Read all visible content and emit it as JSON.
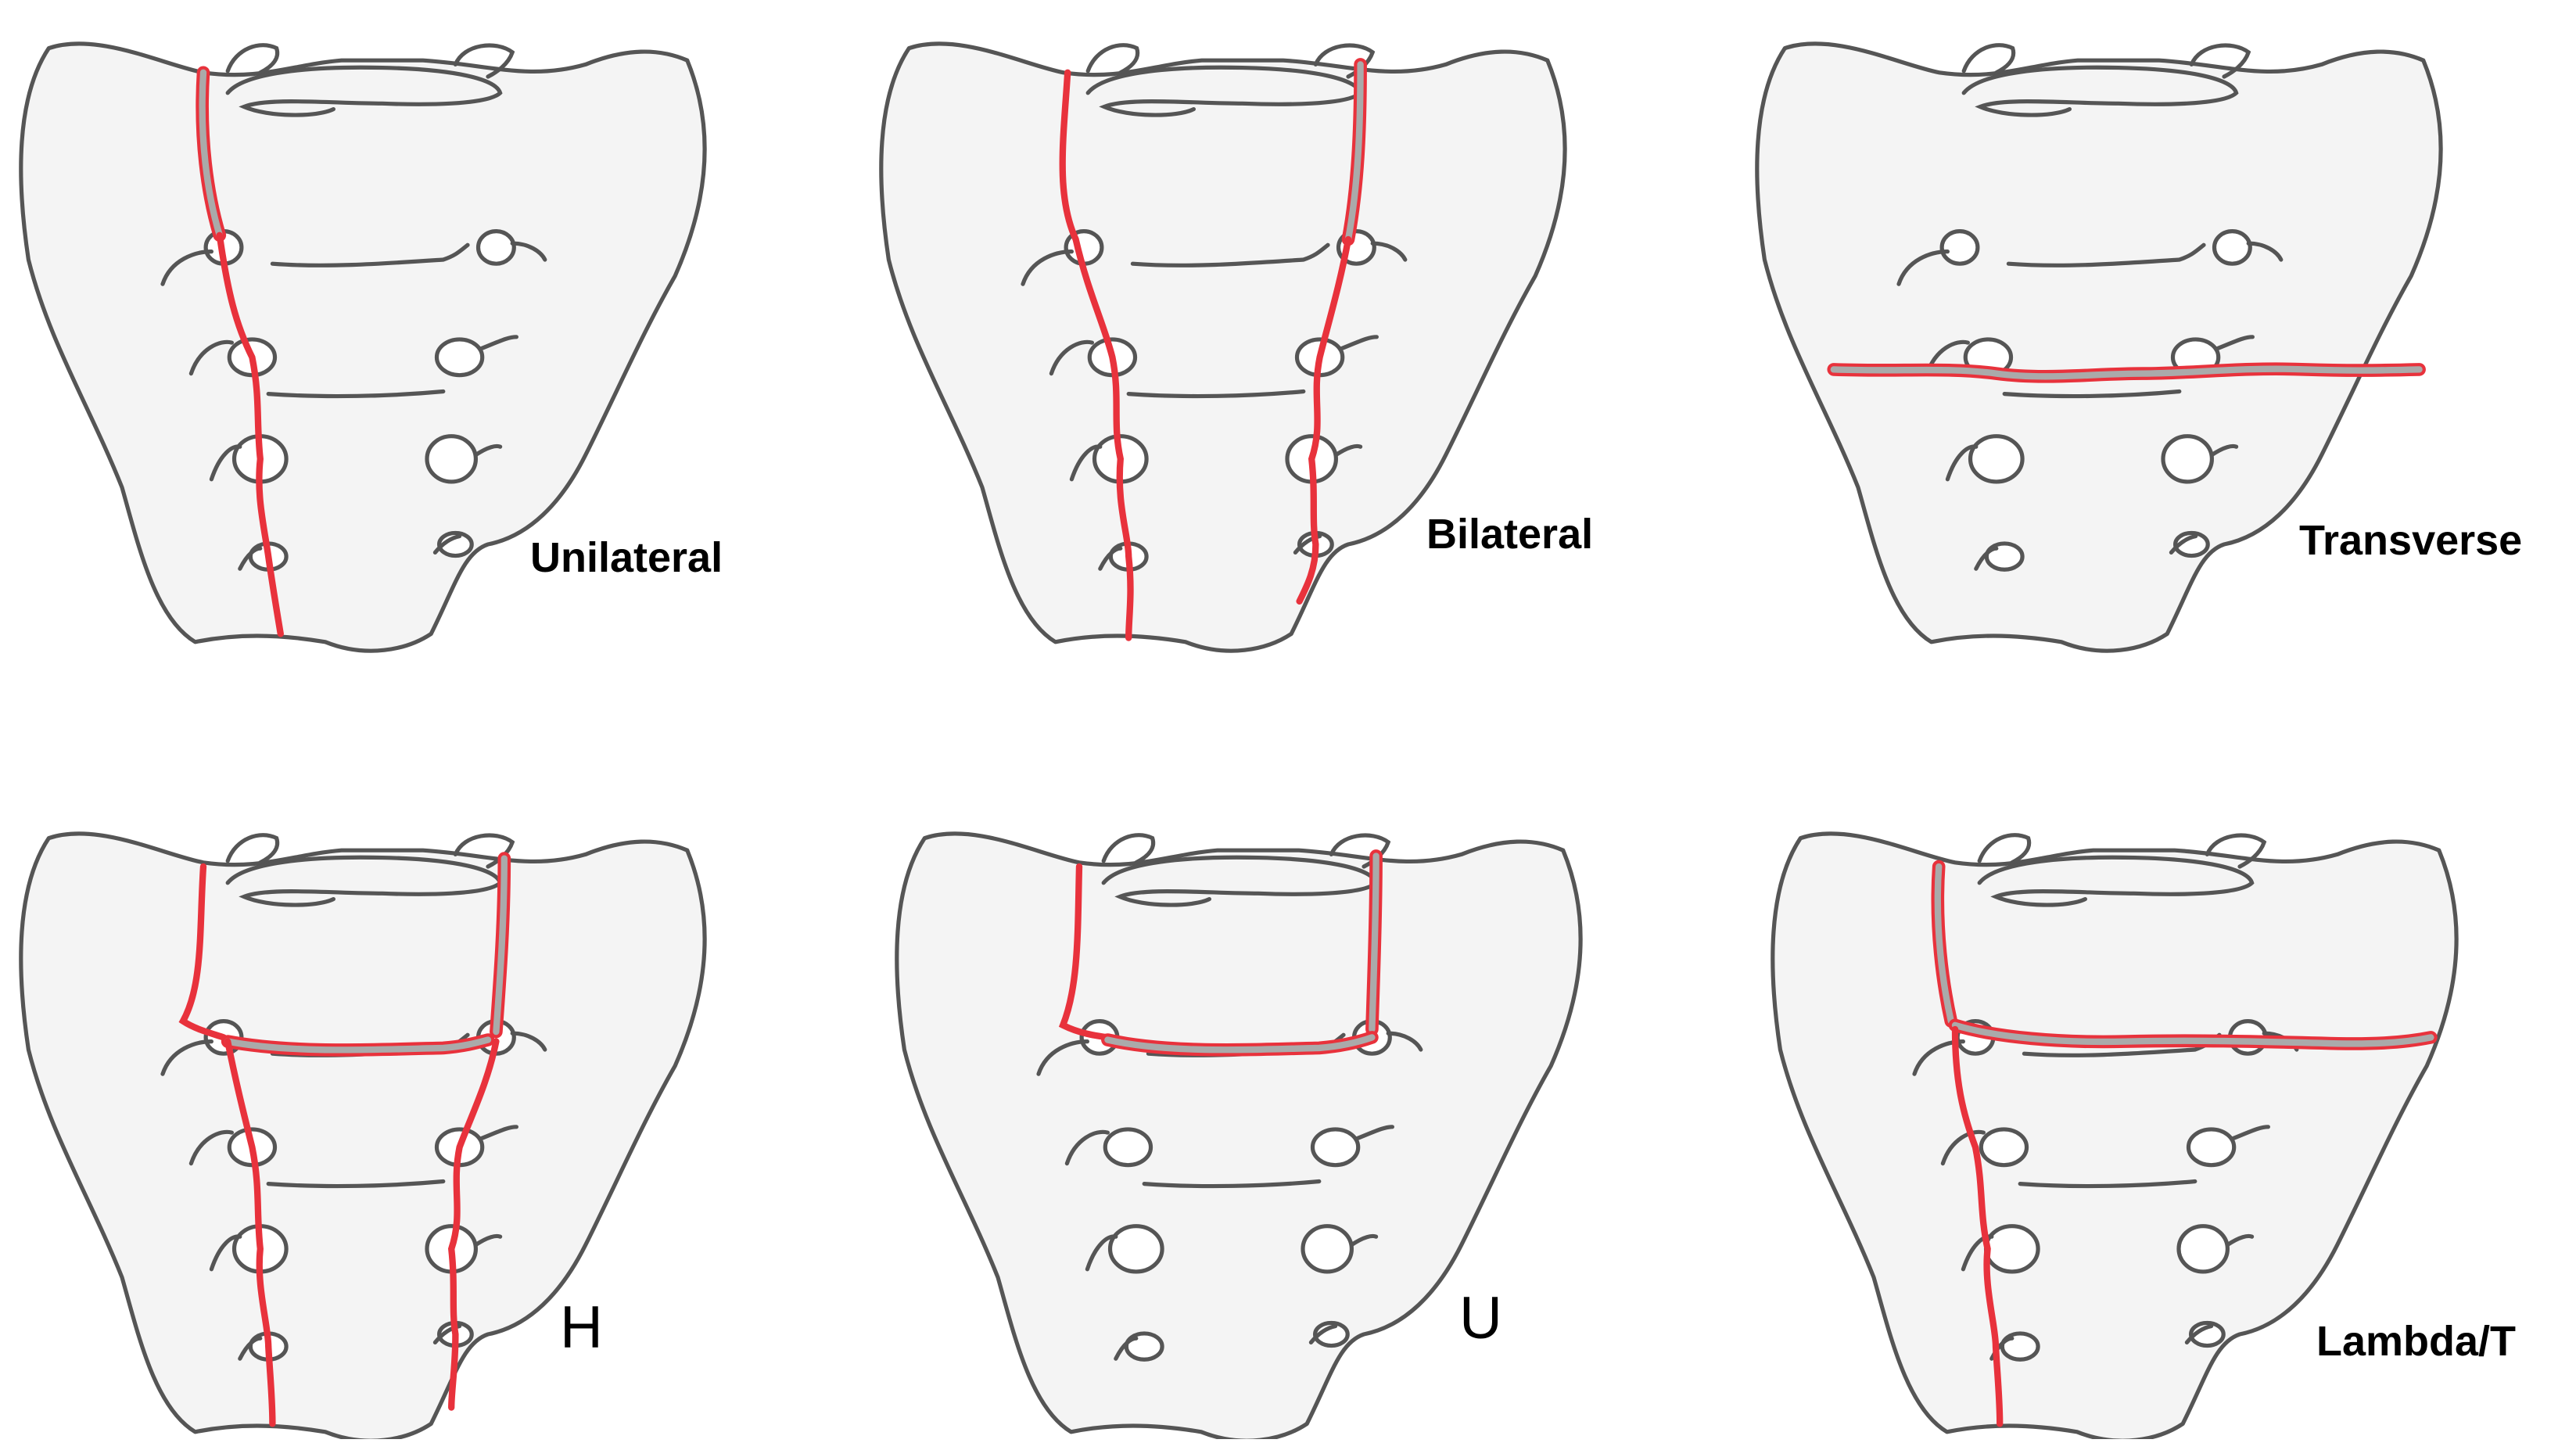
{
  "panels": [
    {
      "id": "unilateral",
      "label": "Unilateral"
    },
    {
      "id": "bilateral",
      "label": "Bilateral"
    },
    {
      "id": "transverse",
      "label": "Transverse"
    },
    {
      "id": "h",
      "label": "H"
    },
    {
      "id": "u",
      "label": "U"
    },
    {
      "id": "lambda",
      "label": "Lambda/T"
    }
  ],
  "colors": {
    "bone_fill": "#f4f4f4",
    "bone_outline": "#555555",
    "fracture": "#e8323c",
    "fracture_gap": "#aaaaaa",
    "label": "#000000"
  }
}
